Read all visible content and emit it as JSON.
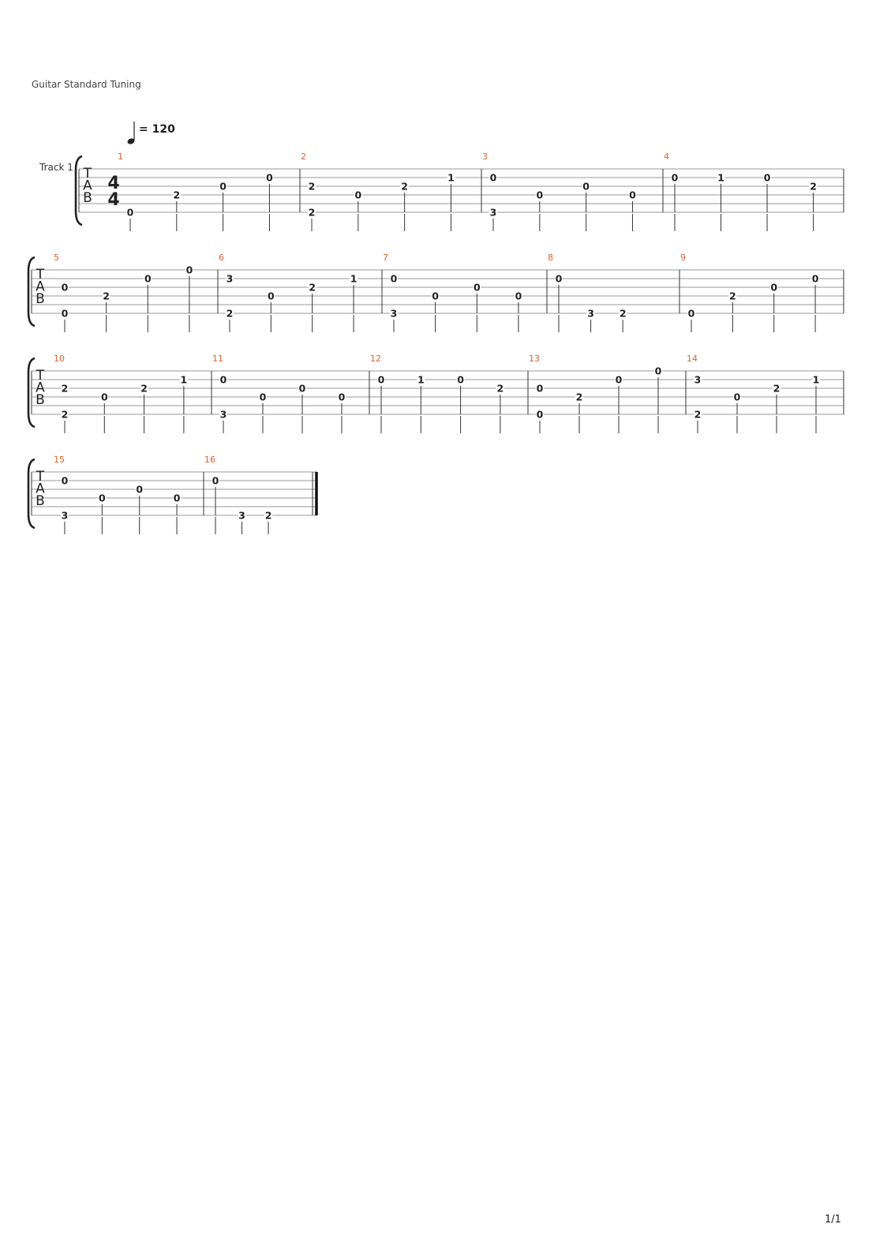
{
  "header": {
    "tuning": "Guitar Standard Tuning"
  },
  "tempo": {
    "symbol": "=",
    "bpm": "120"
  },
  "track": {
    "name": "Track 1"
  },
  "clef_letters": [
    "T",
    "A",
    "B"
  ],
  "time_signature": {
    "top": "4",
    "bottom": "4"
  },
  "colors": {
    "measure_number": "#e0612b",
    "line": "#999999",
    "text": "#222222"
  },
  "measures": [
    {
      "num": "1",
      "beats": [
        {
          "n": [
            [
              5,
              "0"
            ]
          ]
        },
        {
          "n": [
            [
              3,
              "2"
            ]
          ]
        },
        {
          "n": [
            [
              2,
              "0"
            ]
          ]
        },
        {
          "n": [
            [
              1,
              "0"
            ]
          ]
        }
      ]
    },
    {
      "num": "2",
      "beats": [
        {
          "n": [
            [
              2,
              "2"
            ],
            [
              5,
              "2"
            ]
          ]
        },
        {
          "n": [
            [
              3,
              "0"
            ]
          ]
        },
        {
          "n": [
            [
              2,
              "2"
            ]
          ]
        },
        {
          "n": [
            [
              1,
              "1"
            ]
          ]
        }
      ]
    },
    {
      "num": "3",
      "beats": [
        {
          "n": [
            [
              1,
              "0"
            ],
            [
              5,
              "3"
            ]
          ]
        },
        {
          "n": [
            [
              3,
              "0"
            ]
          ]
        },
        {
          "n": [
            [
              2,
              "0"
            ]
          ]
        },
        {
          "n": [
            [
              3,
              "0"
            ]
          ]
        }
      ]
    },
    {
      "num": "4",
      "beats": [
        {
          "n": [
            [
              1,
              "0"
            ]
          ]
        },
        {
          "n": [
            [
              1,
              "1"
            ]
          ]
        },
        {
          "n": [
            [
              1,
              "0"
            ]
          ]
        },
        {
          "n": [
            [
              2,
              "2"
            ]
          ]
        }
      ]
    },
    {
      "num": "5",
      "beats": [
        {
          "n": [
            [
              2,
              "0"
            ],
            [
              5,
              "0"
            ]
          ]
        },
        {
          "n": [
            [
              3,
              "2"
            ]
          ]
        },
        {
          "n": [
            [
              1,
              "0"
            ]
          ]
        },
        {
          "n": [
            [
              0,
              "0"
            ]
          ]
        }
      ]
    },
    {
      "num": "6",
      "beats": [
        {
          "n": [
            [
              1,
              "3"
            ],
            [
              5,
              "2"
            ]
          ]
        },
        {
          "n": [
            [
              3,
              "0"
            ]
          ]
        },
        {
          "n": [
            [
              2,
              "2"
            ]
          ]
        },
        {
          "n": [
            [
              1,
              "1"
            ]
          ]
        }
      ]
    },
    {
      "num": "7",
      "beats": [
        {
          "n": [
            [
              1,
              "0"
            ],
            [
              5,
              "3"
            ]
          ]
        },
        {
          "n": [
            [
              3,
              "0"
            ]
          ]
        },
        {
          "n": [
            [
              2,
              "0"
            ]
          ]
        },
        {
          "n": [
            [
              3,
              "0"
            ]
          ]
        }
      ]
    },
    {
      "num": "8",
      "beats": [
        {
          "n": [
            [
              1,
              "0"
            ]
          ]
        },
        {
          "n": [
            [
              5,
              "3"
            ]
          ]
        },
        {
          "n": [
            [
              5,
              "2"
            ]
          ]
        }
      ]
    },
    {
      "num": "9",
      "beats": [
        {
          "n": [
            [
              5,
              "0"
            ]
          ]
        },
        {
          "n": [
            [
              3,
              "2"
            ]
          ]
        },
        {
          "n": [
            [
              2,
              "0"
            ]
          ]
        },
        {
          "n": [
            [
              1,
              "0"
            ]
          ]
        }
      ]
    },
    {
      "num": "10",
      "beats": [
        {
          "n": [
            [
              2,
              "2"
            ],
            [
              5,
              "2"
            ]
          ]
        },
        {
          "n": [
            [
              3,
              "0"
            ]
          ]
        },
        {
          "n": [
            [
              2,
              "2"
            ]
          ]
        },
        {
          "n": [
            [
              1,
              "1"
            ]
          ]
        }
      ]
    },
    {
      "num": "11",
      "beats": [
        {
          "n": [
            [
              1,
              "0"
            ],
            [
              5,
              "3"
            ]
          ]
        },
        {
          "n": [
            [
              3,
              "0"
            ]
          ]
        },
        {
          "n": [
            [
              2,
              "0"
            ]
          ]
        },
        {
          "n": [
            [
              3,
              "0"
            ]
          ]
        }
      ]
    },
    {
      "num": "12",
      "beats": [
        {
          "n": [
            [
              1,
              "0"
            ]
          ]
        },
        {
          "n": [
            [
              1,
              "1"
            ]
          ]
        },
        {
          "n": [
            [
              1,
              "0"
            ]
          ]
        },
        {
          "n": [
            [
              2,
              "2"
            ]
          ]
        }
      ]
    },
    {
      "num": "13",
      "beats": [
        {
          "n": [
            [
              2,
              "0"
            ],
            [
              5,
              "0"
            ]
          ]
        },
        {
          "n": [
            [
              3,
              "2"
            ]
          ]
        },
        {
          "n": [
            [
              1,
              "0"
            ]
          ]
        },
        {
          "n": [
            [
              0,
              "0"
            ]
          ]
        }
      ]
    },
    {
      "num": "14",
      "beats": [
        {
          "n": [
            [
              1,
              "3"
            ],
            [
              5,
              "2"
            ]
          ]
        },
        {
          "n": [
            [
              3,
              "0"
            ]
          ]
        },
        {
          "n": [
            [
              2,
              "2"
            ]
          ]
        },
        {
          "n": [
            [
              1,
              "1"
            ]
          ]
        }
      ]
    },
    {
      "num": "15",
      "beats": [
        {
          "n": [
            [
              1,
              "0"
            ],
            [
              5,
              "3"
            ]
          ]
        },
        {
          "n": [
            [
              3,
              "0"
            ]
          ]
        },
        {
          "n": [
            [
              2,
              "0"
            ]
          ]
        },
        {
          "n": [
            [
              3,
              "0"
            ]
          ]
        }
      ]
    },
    {
      "num": "16",
      "beats": [
        {
          "n": [
            [
              1,
              "0"
            ]
          ]
        },
        {
          "n": [
            [
              5,
              "3"
            ]
          ]
        },
        {
          "n": [
            [
              5,
              "2"
            ]
          ]
        }
      ]
    }
  ],
  "page_number": "1/1"
}
